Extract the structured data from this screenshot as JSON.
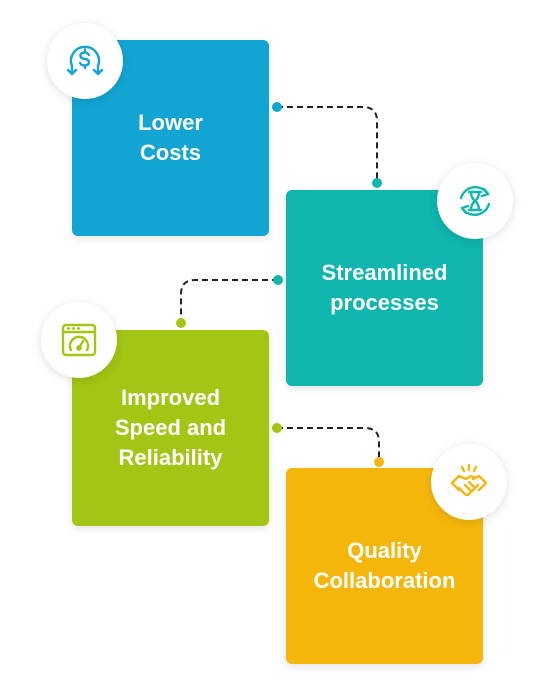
{
  "steps": [
    {
      "label": "Lower\nCosts",
      "color": "#12a5d3",
      "icon": "dollar-cycle-icon"
    },
    {
      "label": "Streamlined\nprocesses",
      "color": "#0fb6ae",
      "icon": "process-cycle-icon"
    },
    {
      "label": "Improved\nSpeed and\nReliability",
      "color": "#a3c514",
      "icon": "speed-gauge-icon"
    },
    {
      "label": "Quality\nCollaboration",
      "color": "#f5b60c",
      "icon": "handshake-icon"
    }
  ]
}
